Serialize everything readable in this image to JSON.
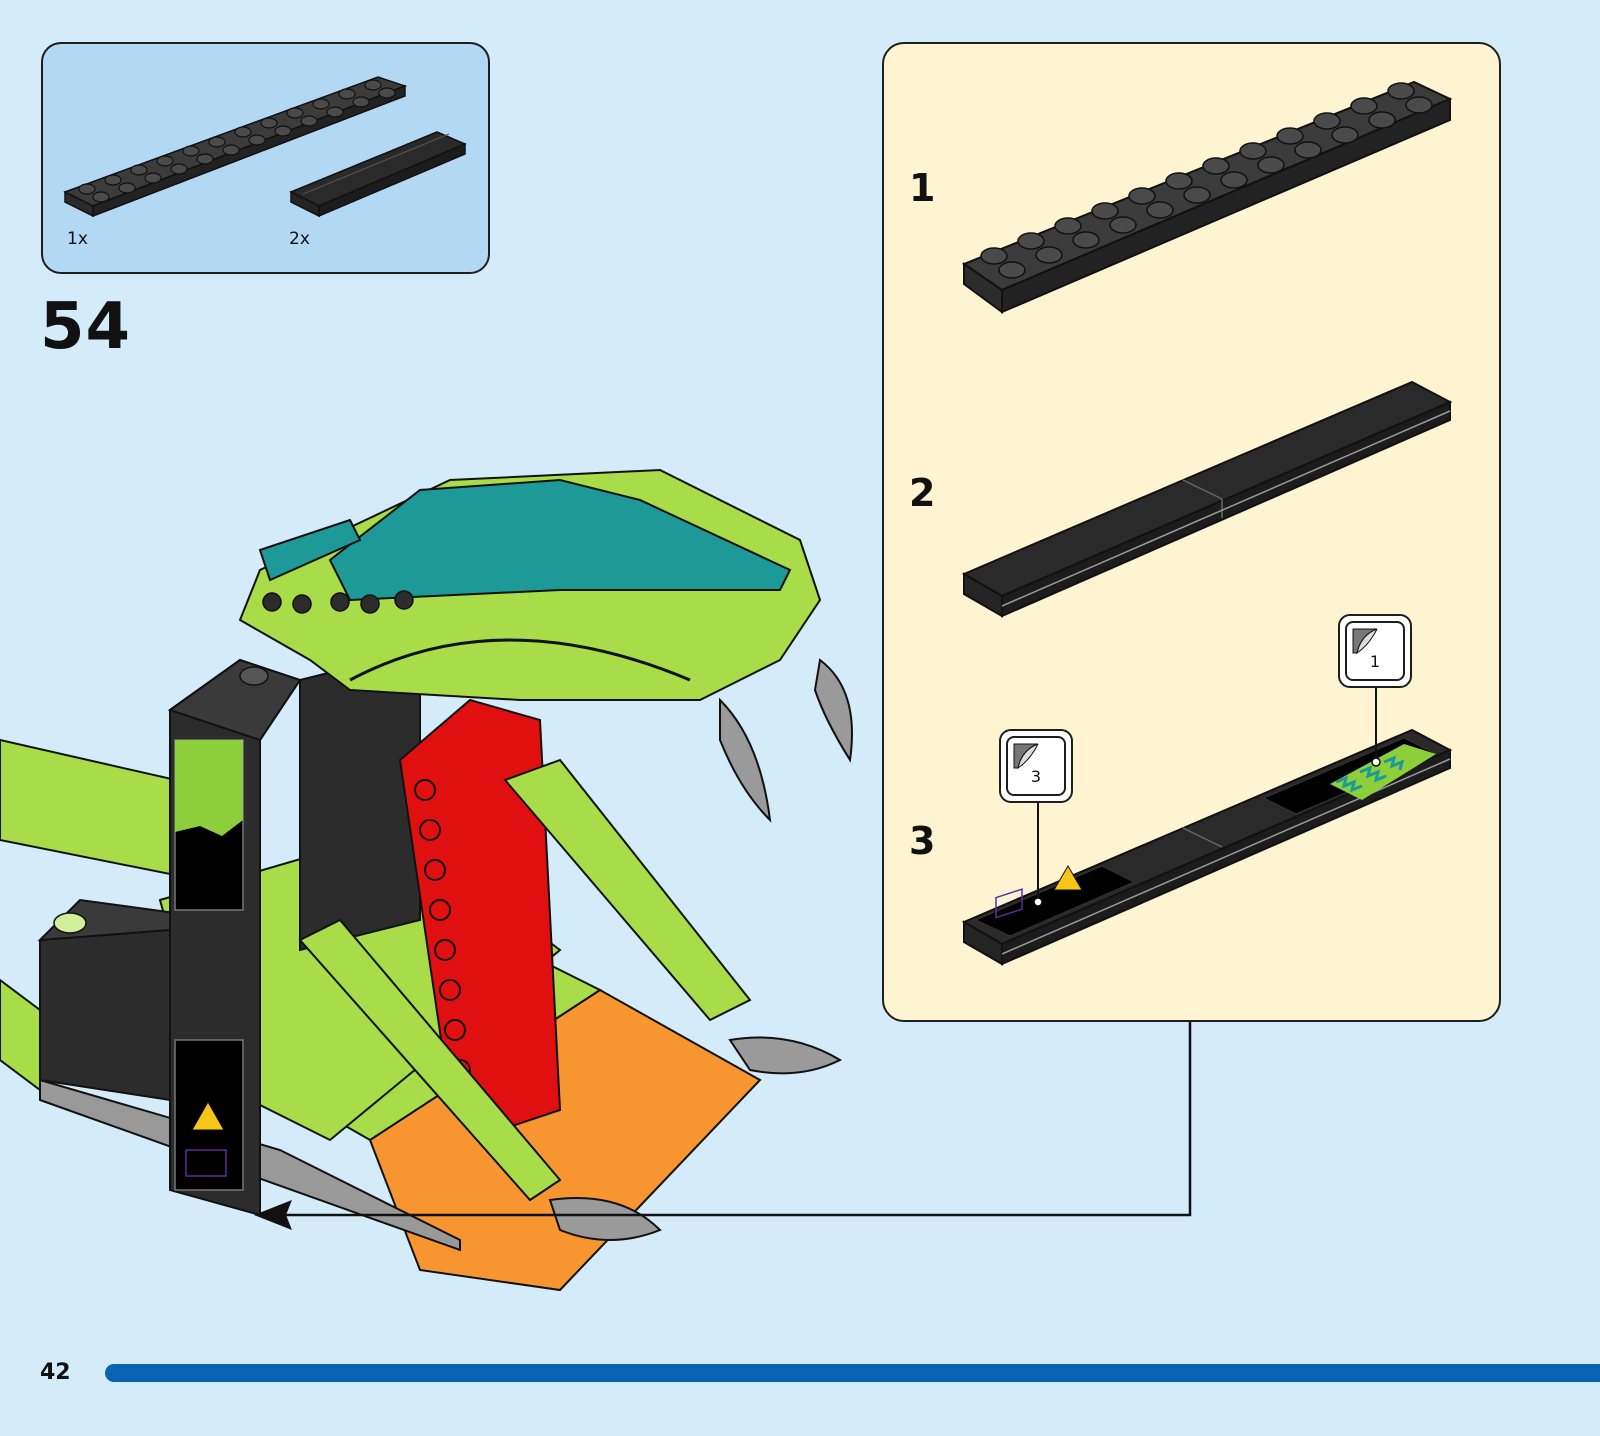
{
  "parts_list": {
    "items": [
      {
        "name": "2x12 plate",
        "color": "#333333",
        "count": "1x"
      },
      {
        "name": "2x6 tile",
        "color": "#222222",
        "count": "2x"
      }
    ]
  },
  "step": {
    "number": "54"
  },
  "callout": {
    "substeps": [
      {
        "number": "1"
      },
      {
        "number": "2"
      },
      {
        "number": "3"
      }
    ],
    "stickers": [
      {
        "label": "3"
      },
      {
        "label": "1"
      }
    ]
  },
  "footer": {
    "page_number": "42",
    "bar_color": "#0a62b3"
  },
  "colors": {
    "background": "#d4ebfa",
    "parts_bg": "#b2d8f4",
    "callout_bg": "#fff4d2",
    "lime": "#a8dc48",
    "teal": "#1d9a97",
    "red": "#e01010",
    "orange": "#f79530",
    "dark_gray": "#2c2c2c"
  }
}
